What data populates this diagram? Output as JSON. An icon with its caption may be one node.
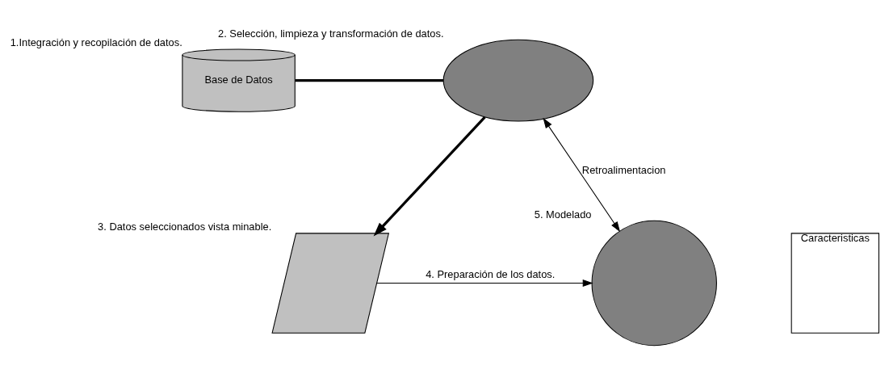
{
  "diagram": {
    "nodes": [
      {
        "text": [
          "Base de Datos"
        ],
        "beside": [
          "1.Integración y recopilación de datos."
        ]
      },
      {
        "text": [],
        "shape": "cloud",
        "beside": [
          "2. Selección, limpieza y transformación de datos."
        ]
      },
      {
        "text": [],
        "shape": "parallelogram",
        "beside": [
          "3. Datos seleccionados vista minable."
        ]
      },
      {
        "text": [],
        "shape": "circle",
        "beside": [
          "5. Modelado"
        ]
      },
      {
        "text": [
          "Caracteristicas"
        ]
      }
    ],
    "edges": [
      {
        "from": 0,
        "to": 1,
        "arrow": "none",
        "style": "thick"
      },
      {
        "from": 1,
        "to": 2,
        "arrow": "to",
        "style": "thick"
      },
      {
        "from": 2,
        "to": 3,
        "arrow": "to",
        "label": "4. Preparación de los datos."
      },
      {
        "from": 3,
        "to": 1,
        "arrow": "both",
        "label": "Retroalimentacion"
      }
    ]
  }
}
